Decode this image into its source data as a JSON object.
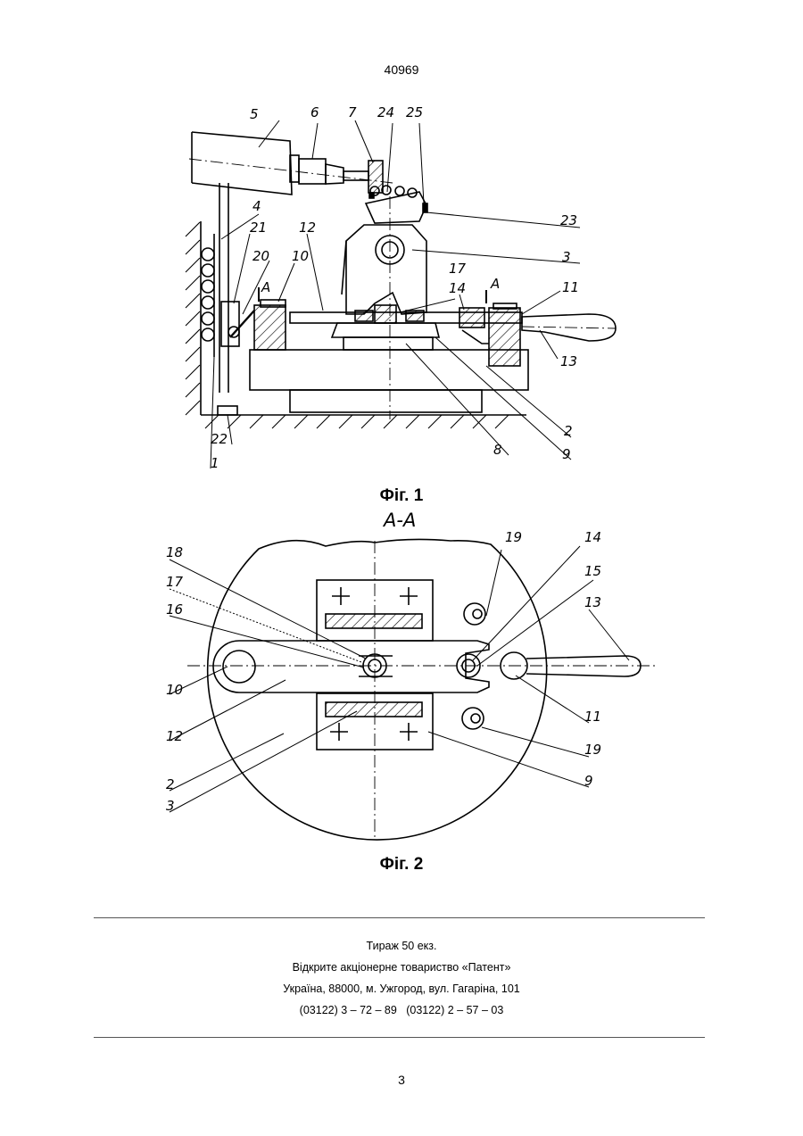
{
  "header": {
    "patent_number": "40969"
  },
  "figure1": {
    "caption": "Фіг. 1",
    "labels": [
      "5",
      "6",
      "7",
      "24",
      "25",
      "23",
      "3",
      "4",
      "21",
      "20",
      "12",
      "10",
      "17",
      "14",
      "11",
      "13",
      "2",
      "9",
      "8",
      "22",
      "1",
      "A",
      "A"
    ]
  },
  "figure2": {
    "caption": "Фіг. 2",
    "section_title": "A-A",
    "labels": [
      "18",
      "17",
      "16",
      "19",
      "14",
      "15",
      "13",
      "10",
      "12",
      "2",
      "3",
      "9",
      "11",
      "19"
    ]
  },
  "imprint": {
    "circulation": "Тираж 50 екз.",
    "publisher": "Відкрите акціонерне товариство «Патент»",
    "address": "Україна, 88000, м. Ужгород, вул. Гагаріна, 101",
    "phones": "(03122) 3 – 72 – 89   (03122) 2 – 57 – 03"
  },
  "footer": {
    "page_number": "3"
  }
}
